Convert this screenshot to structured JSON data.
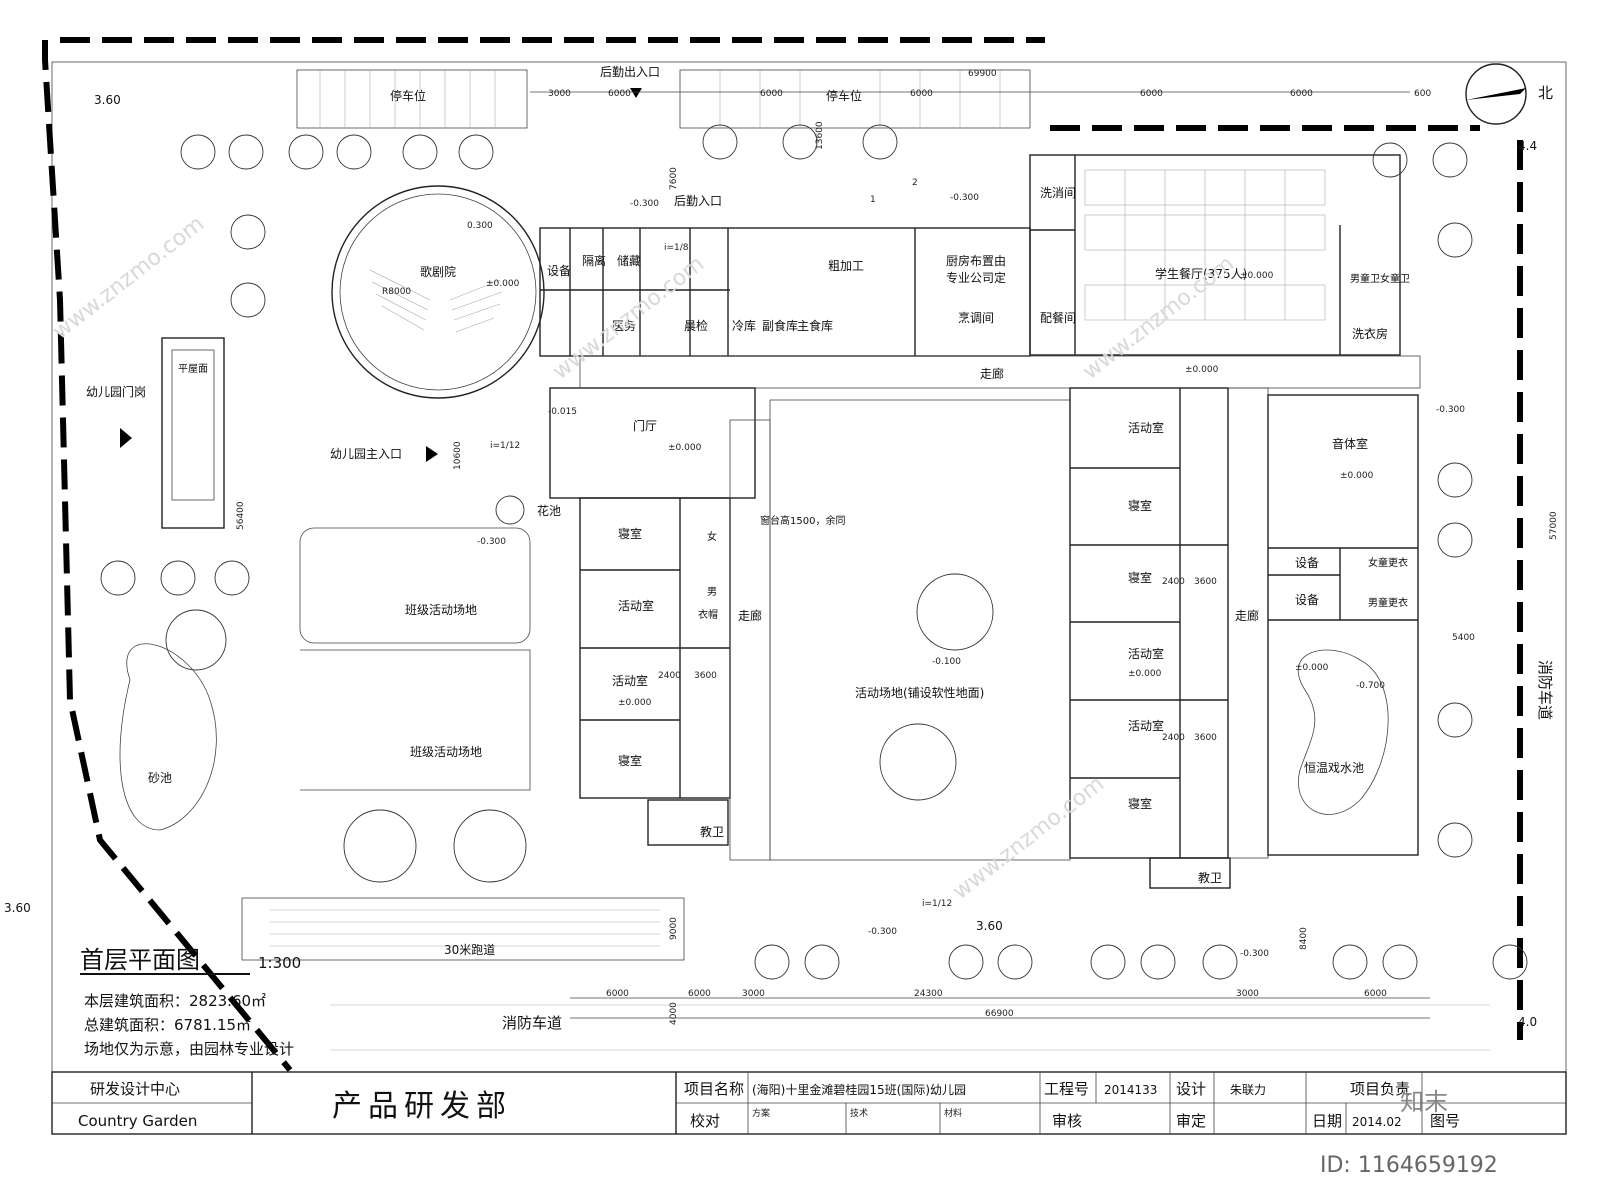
{
  "title": {
    "main": "首层平面图",
    "scale": "1:300",
    "area_floor": "本层建筑面积：2823.60㎡",
    "area_total": "总建筑面积：6781.15㎡",
    "note": "场地仅为示意，由园林专业设计"
  },
  "rooms": {
    "parking_n1": "停车位",
    "parking_n2": "停车位",
    "service_entry_top": "后勤出入口",
    "service_entry": "后勤入口",
    "theater": "歌剧院",
    "theater_radius": "R8000",
    "equipment1": "设备",
    "isolation": "隔离",
    "storage": "储藏",
    "medical": "医务",
    "morning_check": "晨检",
    "cold_store": "冷库",
    "sub_food_store": "副食库",
    "main_food_store": "主食库",
    "rough_processing": "粗加工",
    "kitchen_note1": "厨房布置由",
    "kitchen_note2": "专业公司定",
    "cooking": "烹调间",
    "wash_disinfect": "洗消间",
    "serving": "配餐间",
    "dining": "学生餐厅(375人)",
    "boys_wc": "男童卫",
    "girls_wc": "女童卫",
    "laundry": "洗衣房",
    "corridor_top": "走廊",
    "gatehouse": "幼儿园门岗",
    "flat_roof": "平屋面",
    "main_entry": "幼儿园主入口",
    "lobby": "门厅",
    "flower_pool": "花池",
    "bedroom_w1": "寝室",
    "activity_w1": "活动室",
    "activity_w2": "活动室",
    "bedroom_w2": "寝室",
    "female": "女",
    "male": "男",
    "cloak": "衣帽",
    "corridor_w": "走廊",
    "sill_note": "窗台高1500，余同",
    "court": "活动场地(铺设软性地面)",
    "class_field1": "班级活动场地",
    "class_field2": "班级活动场地",
    "sand_pit": "砂池",
    "teacher_wc_w": "教卫",
    "activity_e1": "活动室",
    "bedroom_e1": "寝室",
    "bedroom_e2": "寝室",
    "activity_e2": "活动室",
    "activity_e3": "活动室",
    "bedroom_e3": "寝室",
    "teacher_wc_e": "教卫",
    "corridor_e": "走廊",
    "music_room": "音体室",
    "equipment2": "设备",
    "equipment3": "设备",
    "girls_change": "女童更衣",
    "boys_change": "男童更衣",
    "pool": "恒温戏水池",
    "track": "30米跑道",
    "fire_lane": "消防车道",
    "fire_lane_v": "消防车道",
    "north": "北"
  },
  "levels": {
    "l0": "±0.000",
    "lm300": "-0.300",
    "l300": "0.300",
    "lm015": "-0.015",
    "lm100": "-0.100",
    "lm700": "-0.700",
    "slope12": "i=1/12",
    "slope8": "i=1/8",
    "elev360": "3.60",
    "elev44": "4.4",
    "elev40": "4.0"
  },
  "dimensions": {
    "d69900": "69900",
    "d66900": "66900",
    "d56400": "56400",
    "d57000": "57000",
    "d24300": "24300",
    "d13600": "13600",
    "d10600": "10600",
    "d9000": "9000",
    "d8400": "8400",
    "d7600": "7600",
    "d6000": "6000",
    "d5400": "5400",
    "d4000": "4000",
    "d3600": "3600",
    "d3000": "3000",
    "d2400": "2400",
    "d600": "600",
    "d1": "1",
    "d2": "2"
  },
  "titleblock": {
    "org_cn": "研发设计中心",
    "org_en": "Country Garden",
    "dept": "产品研发部",
    "project_label": "项目名称",
    "project_value": "(海阳)十里金滩碧桂园15班(国际)幼儿园",
    "job_label": "工程号",
    "job_value": "2014133",
    "design_label": "设计",
    "design_value": "朱联力",
    "lead_label": "项目负责",
    "check_label": "校对",
    "plan_label": "方案",
    "tech_label": "技术",
    "material_label": "材料",
    "review_label": "审核",
    "approve_label": "审定",
    "date_label": "日期",
    "date_value": "2014.02",
    "drawing_no_label": "图号"
  },
  "watermark": {
    "site": "www.znzmo.com",
    "id": "ID: 1164659192",
    "brand": "知末"
  }
}
